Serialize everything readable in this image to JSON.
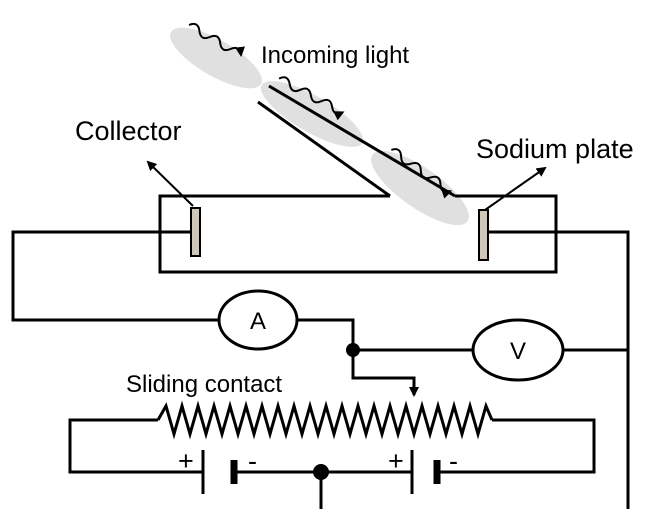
{
  "labels": {
    "incoming_light": "Incoming light",
    "collector": "Collector",
    "sodium_plate": "Sodium plate",
    "sliding_contact": "Sliding contact",
    "ammeter": "A",
    "voltmeter": "V",
    "battery_left_plus": "+",
    "battery_left_minus": "-",
    "battery_right_plus": "+",
    "battery_right_minus": "-"
  }
}
